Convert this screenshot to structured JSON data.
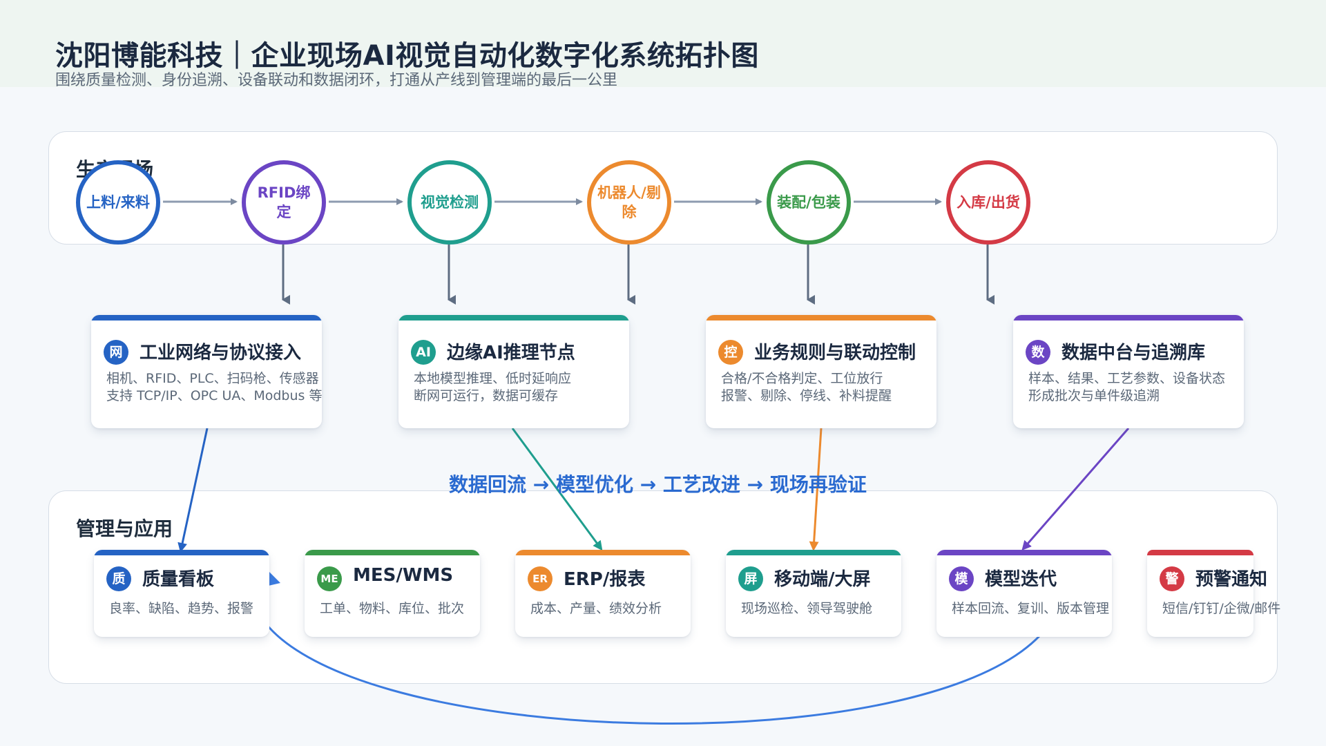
{
  "header": {
    "title": "沈阳博能科技｜企业现场AI视觉自动化数字化系统拓扑图",
    "subtitle": "围绕质量检测、身份追溯、设备联动和数据闭环，打通从产线到管理端的最后一公里"
  },
  "production": {
    "label": "生产现场",
    "steps": [
      {
        "label": "上料/来料",
        "color": "#2563c4"
      },
      {
        "label": "RFID绑定",
        "color": "#6b45c4"
      },
      {
        "label": "视觉检测",
        "color": "#1f9e8e"
      },
      {
        "label": "机器人/剔除",
        "color": "#ec8a2e"
      },
      {
        "label": "装配/包装",
        "color": "#3a9a4a"
      },
      {
        "label": "入库/出货",
        "color": "#d43a45"
      }
    ]
  },
  "middle_cards": [
    {
      "badge": "网",
      "title": "工业网络与协议接入",
      "desc": "相机、RFID、PLC、扫码枪、传感器\n支持 TCP/IP、OPC UA、Modbus 等",
      "color": "#2563c4"
    },
    {
      "badge": "AI",
      "title": "边缘AI推理节点",
      "desc": "本地模型推理、低时延响应\n断网可运行，数据可缓存",
      "color": "#1f9e8e"
    },
    {
      "badge": "控",
      "title": "业务规则与联动控制",
      "desc": "合格/不合格判定、工位放行\n报警、剔除、停线、补料提醒",
      "color": "#ec8a2e"
    },
    {
      "badge": "数",
      "title": "数据中台与追溯库",
      "desc": "样本、结果、工艺参数、设备状态\n形成批次与单件级追溯",
      "color": "#6b45c4"
    }
  ],
  "loop_text": "数据回流 → 模型优化 → 工艺改进 → 现场再验证",
  "management": {
    "label": "管理与应用",
    "cards": [
      {
        "badge": "质",
        "title": "质量看板",
        "desc": "良率、缺陷、趋势、报警",
        "color": "#2563c4"
      },
      {
        "badge": "ME",
        "title": "MES/WMS",
        "desc": "工单、物料、库位、批次",
        "color": "#3a9a4a"
      },
      {
        "badge": "ER",
        "title": "ERP/报表",
        "desc": "成本、产量、绩效分析",
        "color": "#ec8a2e"
      },
      {
        "badge": "屏",
        "title": "移动端/大屏",
        "desc": "现场巡检、领导驾驶舱",
        "color": "#1f9e8e"
      },
      {
        "badge": "模",
        "title": "模型迭代",
        "desc": "样本回流、复训、版本管理",
        "color": "#6b45c4"
      },
      {
        "badge": "警",
        "title": "预警通知",
        "desc": "短信/钉钉/企微/邮件",
        "color": "#d43a45"
      }
    ]
  }
}
